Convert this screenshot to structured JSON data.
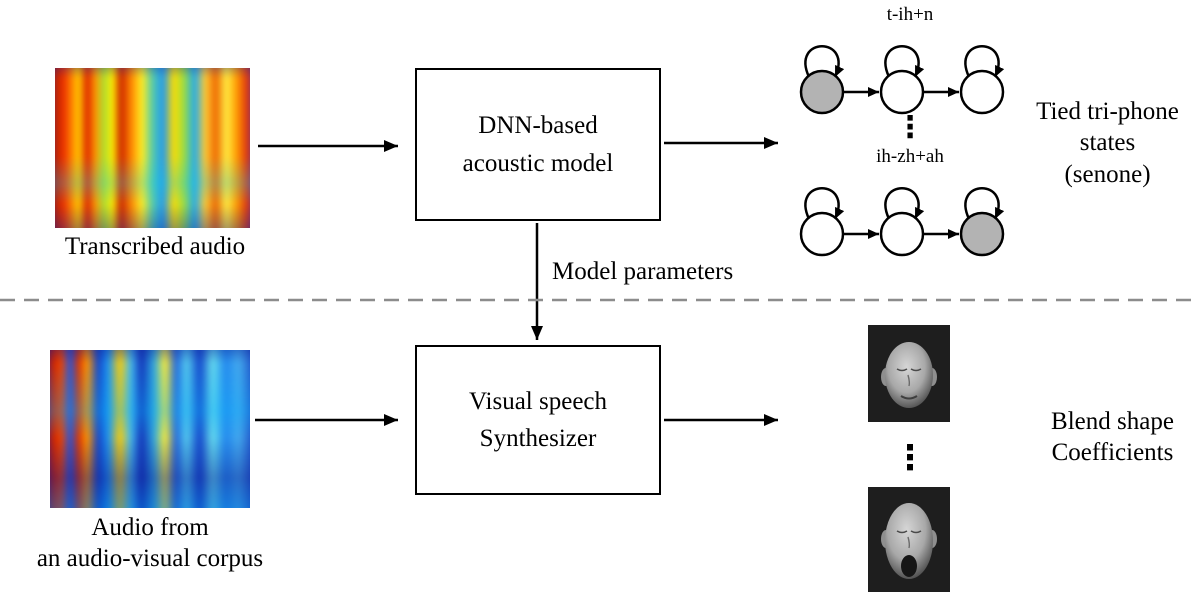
{
  "diagram": {
    "colors": {
      "stroke": "#000000",
      "shaded_state": "#b3b3b3",
      "divider": "#8c8c8c",
      "face_background": "#1e1e1e"
    },
    "top_row": {
      "input_label": "Transcribed audio",
      "acoustic_model_box": {
        "line1": "DNN-based",
        "line2": "acoustic model"
      },
      "hmm": {
        "top_chain_label": "t-ih+n",
        "ellipsis": "⋮",
        "bottom_chain_label": "ih-zh+ah"
      },
      "output_label": {
        "line1": "Tied tri-phone",
        "line2": "states",
        "line3": "(senone)"
      }
    },
    "middle": {
      "arrow_label": "Model parameters"
    },
    "bottom_row": {
      "input_label": {
        "line1": "Audio from",
        "line2": "an audio-visual corpus"
      },
      "synthesizer_box": {
        "line1": "Visual speech",
        "line2": "Synthesizer"
      },
      "ellipsis": "⋮",
      "output_label": {
        "line1": "Blend shape",
        "line2": "Coefficients"
      }
    }
  }
}
